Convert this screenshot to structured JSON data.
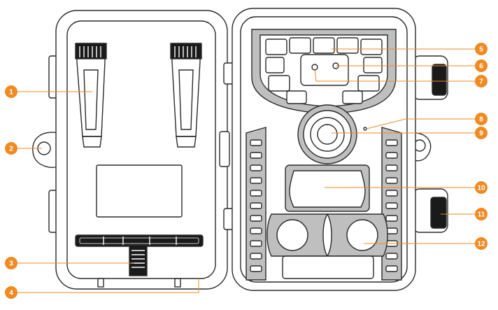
{
  "diagram": {
    "callouts": [
      {
        "id": 1,
        "label": "1",
        "side": "left"
      },
      {
        "id": 2,
        "label": "2",
        "side": "left"
      },
      {
        "id": 3,
        "label": "3",
        "side": "left"
      },
      {
        "id": 4,
        "label": "4",
        "side": "left"
      },
      {
        "id": 5,
        "label": "5",
        "side": "right"
      },
      {
        "id": 6,
        "label": "6",
        "side": "right"
      },
      {
        "id": 7,
        "label": "7",
        "side": "right"
      },
      {
        "id": 8,
        "label": "8",
        "side": "right"
      },
      {
        "id": 9,
        "label": "9",
        "side": "right"
      },
      {
        "id": 10,
        "label": "10",
        "side": "right"
      },
      {
        "id": 11,
        "label": "11",
        "side": "right"
      },
      {
        "id": 12,
        "label": "12",
        "side": "right"
      }
    ],
    "colors": {
      "callout_fill": "#F08A22",
      "leader_line": "#F08A22",
      "outline": "#2b2b2b",
      "body_fill": "#ffffff",
      "accent_fill": "#bfbfbf",
      "dark_fill": "#1a1a1a"
    }
  }
}
